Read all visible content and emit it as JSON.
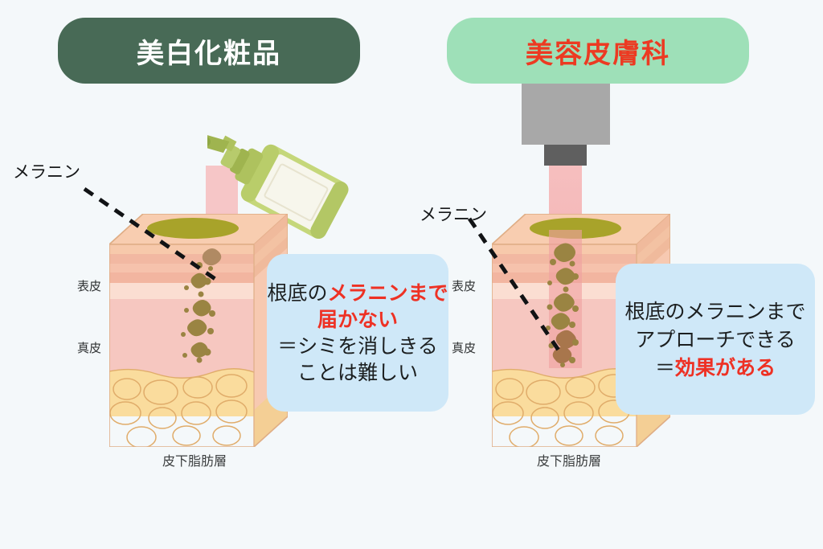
{
  "background_color": "#f4f8fa",
  "headers": {
    "left": {
      "label": "美白化粧品",
      "bg": "#486a56",
      "color": "#ffffff"
    },
    "right": {
      "label": "美容皮膚科",
      "bg": "#9ee0b8",
      "color": "#ec3a22"
    }
  },
  "left_panel": {
    "melanin_label": "メラニン",
    "epidermis_label": "表皮",
    "dermis_label": "真皮",
    "fat_label": "皮下脂肪層",
    "device_icon": "cosmetic-pump-bottle-icon",
    "beam_color": "#f7b3b3",
    "bubble": {
      "line1_plain": "根底の",
      "line1_highlight": "メラニンまで",
      "line2_highlight": "届かない",
      "line3": "＝シミを消しきる",
      "line4": "ことは難しい",
      "bg": "#cfe8f8",
      "highlight_color": "#ee3124"
    }
  },
  "right_panel": {
    "melanin_label": "メラニン",
    "epidermis_label": "表皮",
    "dermis_label": "真皮",
    "fat_label": "皮下脂肪層",
    "device_icon": "laser-device-icon",
    "device_body_color": "#a8a8a8",
    "device_nozzle_color": "#5f5f5f",
    "beam_color": "#f3aaaa",
    "bubble": {
      "line1": "根底のメラニンまで",
      "line2": "アプローチできる",
      "line3_equals": "＝",
      "line3_highlight": "効果がある",
      "bg": "#cfe8f8",
      "highlight_color": "#ee3124"
    }
  },
  "skin_colors": {
    "top_surface": "#f8cdb0",
    "epidermis_stripe": "#f2b9a4",
    "epidermis_pale": "#fbded2",
    "dermis": "#f6c7c0",
    "fat": "#fadc9d",
    "fat_cell_outline": "#e0ac6a",
    "spot": "#a8a32a",
    "melanin": "#9a8442"
  }
}
